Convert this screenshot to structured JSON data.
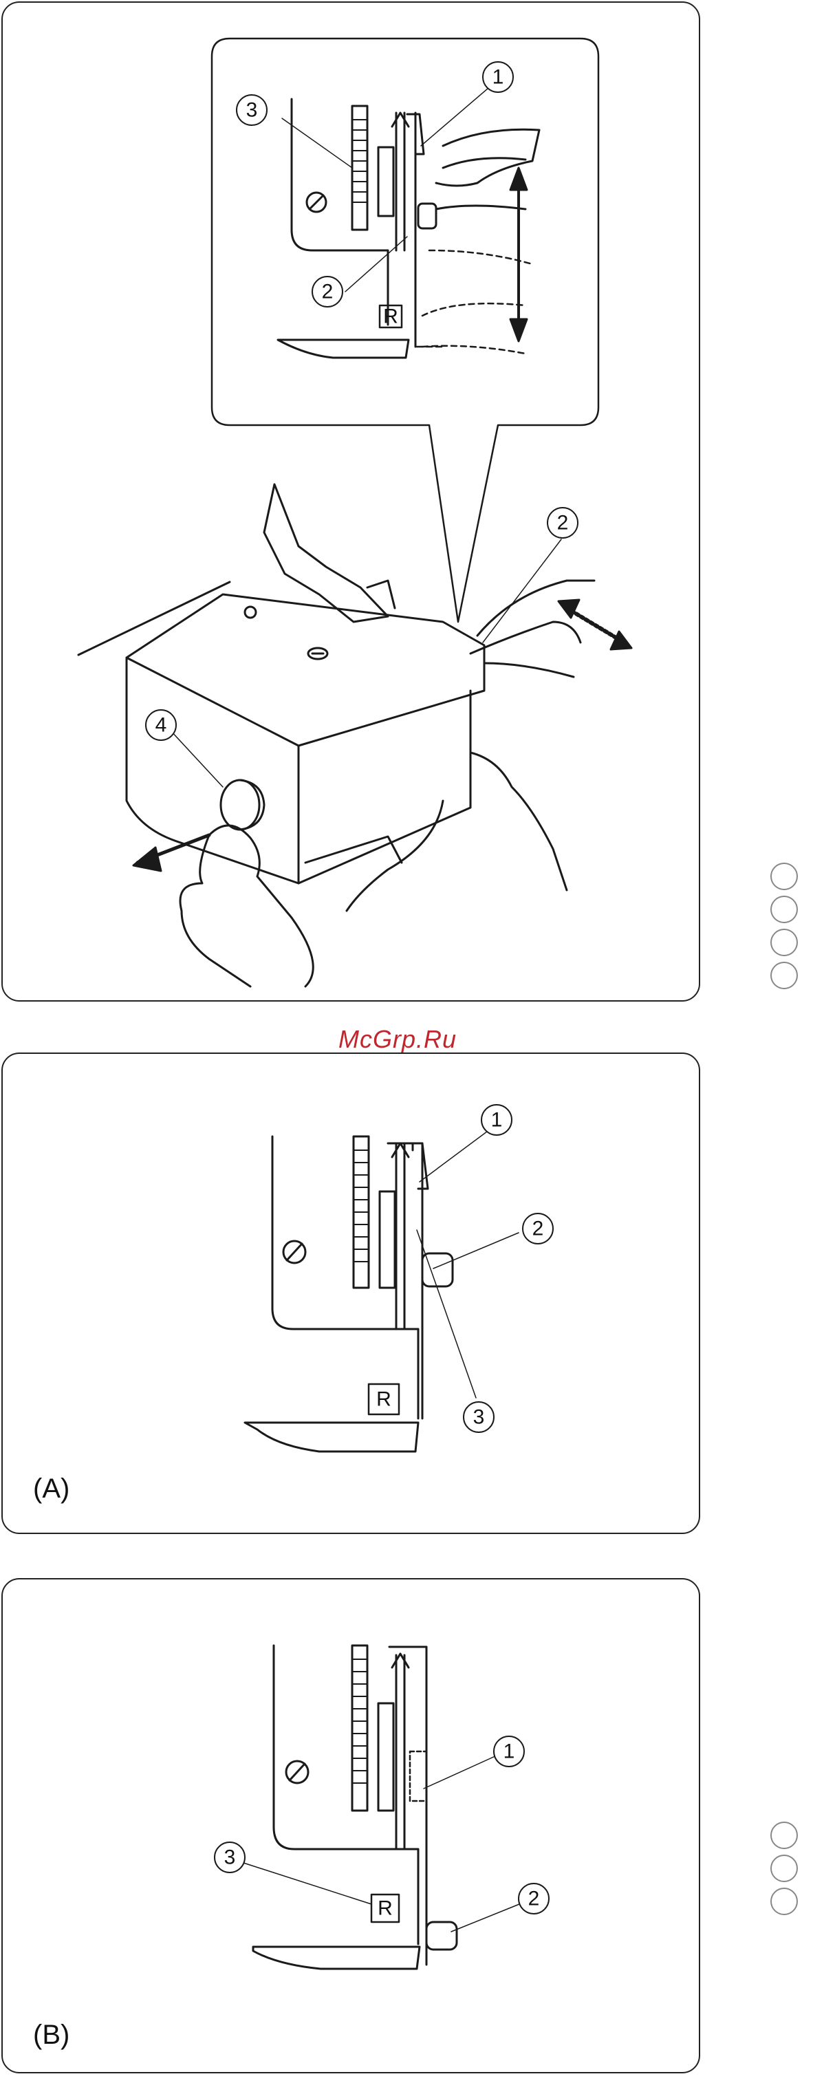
{
  "watermark": "McGrp.Ru",
  "callouts": {
    "c1": "1",
    "c2": "2",
    "c3": "3",
    "c4": "4"
  },
  "marker_letter": "R",
  "panel_a": {
    "label": "(A)"
  },
  "panel_b": {
    "label": "(B)"
  },
  "side_markers_upper": 4,
  "side_markers_lower": 3,
  "colors": {
    "line": "#1a1a1a",
    "watermark": "#c0262c",
    "side_marker": "#888888"
  }
}
